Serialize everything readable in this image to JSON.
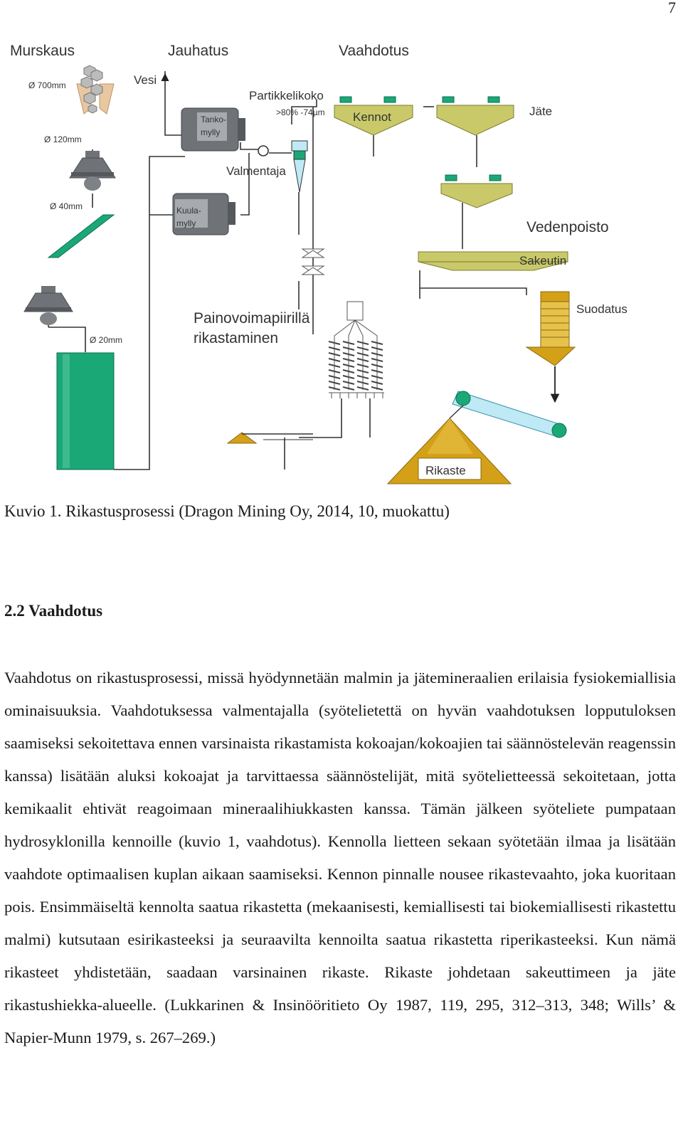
{
  "page_number": "7",
  "figure": {
    "labels": {
      "murskaus": "Murskaus",
      "jauhatus": "Jauhatus",
      "vaahdotus": "Vaahdotus",
      "size_700": "Ø 700mm",
      "size_120": "Ø 120mm",
      "size_40": "Ø 40mm",
      "size_20": "Ø 20mm",
      "vesi": "Vesi",
      "partikkelikoko": "Partikkelikoko",
      "particle_spec": ">80% -74µm",
      "tanko_line1": "Tanko-",
      "tanko_line2": "mylly",
      "valmentaja": "Valmentaja",
      "kuula_line1": "Kuula-",
      "kuula_line2": "mylly",
      "kennot": "Kennot",
      "jate": "Jäte",
      "vedenpoisto": "Vedenpoisto",
      "sakeutin": "Sakeutin",
      "suodatus": "Suodatus",
      "painovoima_line1": "Painovoimapiirillä",
      "painovoima_line2": "rikastaminen",
      "rikaste": "Rikaste"
    },
    "colors": {
      "green": "#1aa877",
      "dark_green": "#0d6e4d",
      "olive": "#c9c96a",
      "gold": "#d4a017",
      "grey": "#6f7378",
      "light_blue": "#bfe9f5",
      "ore": "#e8c8a0"
    }
  },
  "caption": "Kuvio 1. Rikastusprosessi (Dragon Mining Oy, 2014, 10, muokattu)",
  "section_heading": "2.2 Vaahdotus",
  "body_text": "Vaahdotus on rikastusprosessi, missä hyödynnetään malmin ja jätemineraalien erilaisia fysiokemiallisia ominaisuuksia. Vaahdotuksessa valmentajalla (syötelietettä on hyvän vaahdotuksen lopputuloksen saamiseksi sekoitettava ennen varsinaista rikastamista ko­koajan/kokoajien tai säännöstelevän reagenssin kanssa) lisätään aluksi kokoajat ja tar­vittaessa säännöstelijät, mitä syötelietteessä sekoitetaan, jotta kemikaalit ehtivät reagoi­maan mineraalihiukkasten kanssa. Tämän jälkeen syöteliete pumpataan hydrosyklonilla kennoille (kuvio 1, vaahdotus). Kennolla lietteen sekaan syötetään ilmaa ja lisätään vaahdote optimaalisen kuplan aikaan saamiseksi. Kennon pinnalle nousee rikastevaahto, joka kuoritaan pois. Ensimmäiseltä kennolta saatua rikastetta (mekaanisesti, kemialli­sesti tai biokemiallisesti rikastettu malmi) kutsutaan esirikasteeksi ja seuraavilta ken­noilta saatua rikastetta riperikasteeksi. Kun nämä rikasteet yhdistetään, saadaan varsi­nainen rikaste. Rikaste johdetaan sakeuttimeen ja jäte rikastushiekka-alueelle. (Lukkari­nen & Insinööritieto Oy 1987, 119, 295, 312–313, 348; Wills’ & Napier-Munn 1979, s. 267–269.)"
}
